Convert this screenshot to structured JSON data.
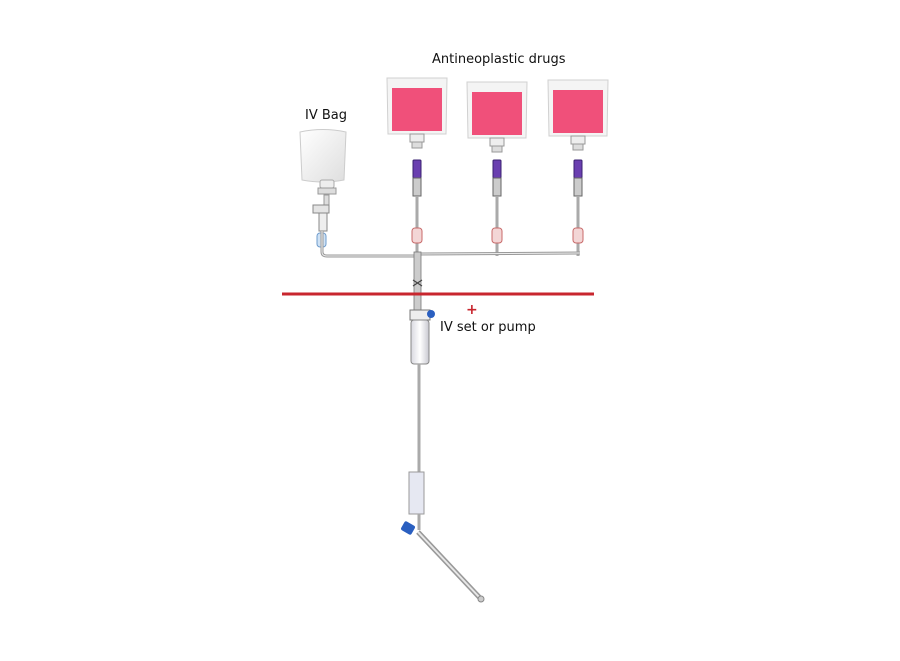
{
  "labels": {
    "iv_bag": "IV Bag",
    "antineoplastic": "Antineoplastic drugs",
    "plus": "+",
    "iv_set": "IV set or pump"
  },
  "colors": {
    "drug_fill": "#f0507a",
    "divider": "#c8262e",
    "purple_connector": "#6a3fb0",
    "red_clamp": "#c86a6a",
    "blue_cap": "#2a5fc0"
  }
}
